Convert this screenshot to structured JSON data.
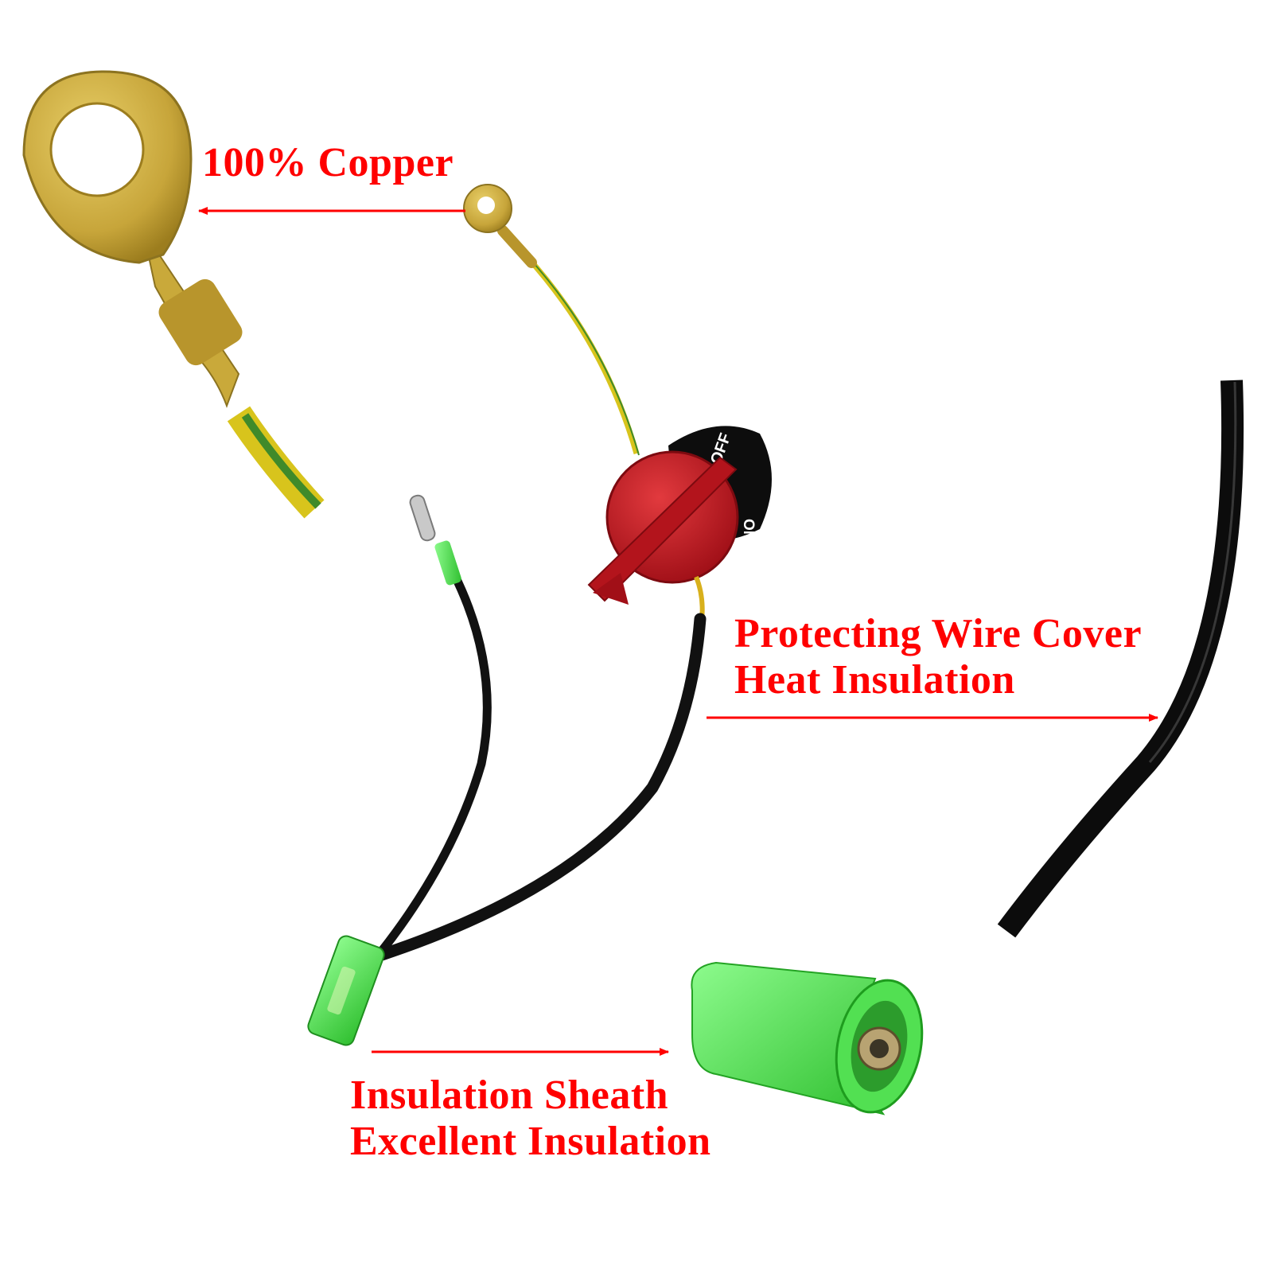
{
  "colors": {
    "annotation": "#ff0000",
    "copper": "#c9a93a",
    "wire_black": "#111111",
    "wire_yellow": "#d8c41c",
    "wire_green": "#3f8a2a",
    "switch_red": "#c0171f",
    "sheath_green": "#5ee85e"
  },
  "annotations": {
    "copper": "100% Copper",
    "wire_line1": "Protecting Wire Cover",
    "wire_line2": "Heat Insulation",
    "sheath_line1": "Insulation Sheath",
    "sheath_line2": "Excellent Insulation"
  },
  "switch": {
    "off_label": "OFF",
    "on_label": "ON"
  },
  "icons": {
    "ring_terminal": "ring-terminal-icon",
    "switch": "rotary-switch-icon",
    "bullet_connector": "bullet-connector-icon",
    "sheath": "insulation-sheath-icon",
    "cable": "cable-icon",
    "arrow": "arrow-icon"
  }
}
